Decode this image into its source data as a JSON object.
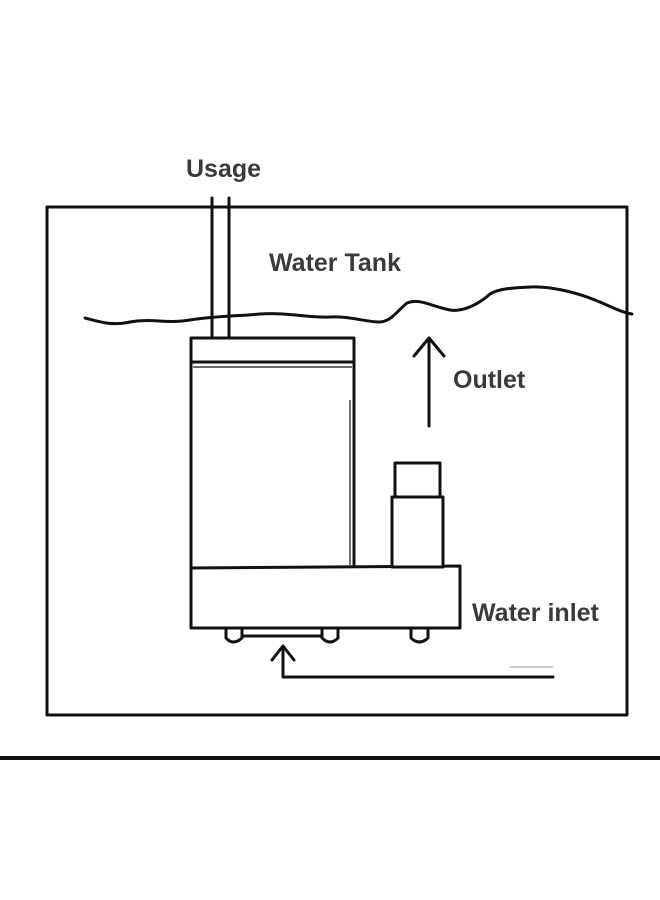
{
  "diagram": {
    "labels": {
      "usage": "Usage",
      "water_tank": "Water Tank",
      "outlet": "Outlet",
      "water_inlet": "Water inlet"
    },
    "colors": {
      "ink": "#111111",
      "label_text": "#3a3a3a",
      "background": "#ffffff"
    }
  }
}
